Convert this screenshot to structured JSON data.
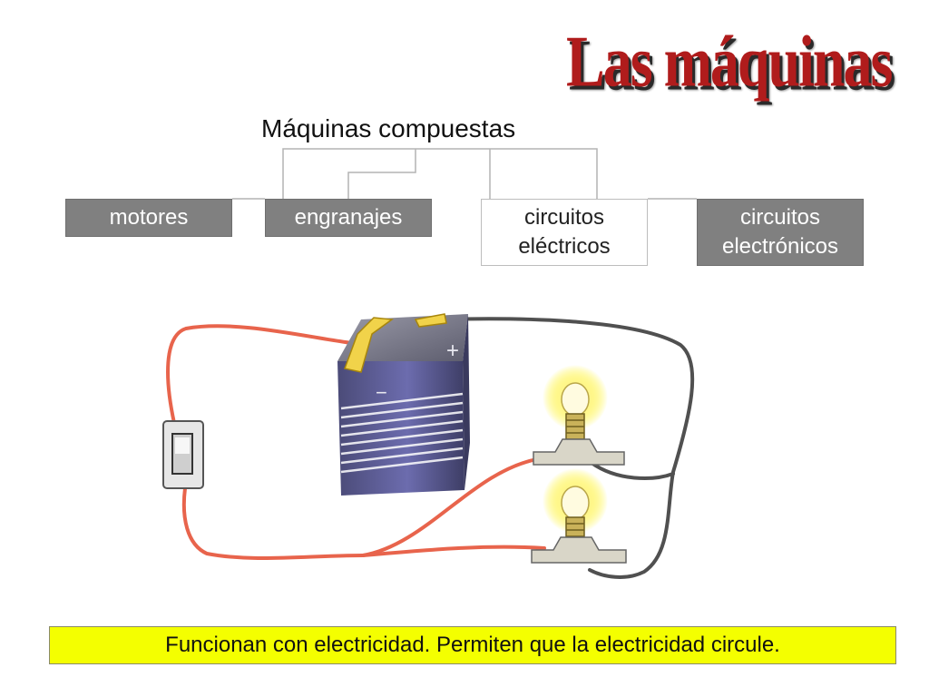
{
  "header": {
    "title": "Las máquinas",
    "subtitle": "Máquinas compuestas"
  },
  "categories": [
    {
      "id": "motores",
      "label": "motores",
      "style": "dark"
    },
    {
      "id": "engranajes",
      "label": "engranajes",
      "style": "dark"
    },
    {
      "id": "circuitos-electricos",
      "label_line1": "circuitos",
      "label_line2": "eléctricos",
      "style": "light",
      "highlighted": true
    },
    {
      "id": "circuitos-electronicos",
      "label_line1": "circuitos",
      "label_line2": "electrónicos",
      "style": "dark"
    }
  ],
  "illustration": {
    "battery_plus": "+",
    "battery_minus": "−",
    "components": [
      "battery-icon",
      "switch-icon",
      "bulb-icon",
      "bulb-icon",
      "wire-icon"
    ],
    "colors": {
      "wire_red": "#e8644c",
      "wire_gray": "#555555",
      "battery": "#6a6aa8",
      "bulb_glow": "#fff36a"
    }
  },
  "caption": {
    "text": "Funcionan con electricidad. Permiten que la electricidad circule."
  },
  "colors": {
    "title": "#b01c1c",
    "dark_box": "#808080",
    "caption_bg": "#f4ff00"
  }
}
